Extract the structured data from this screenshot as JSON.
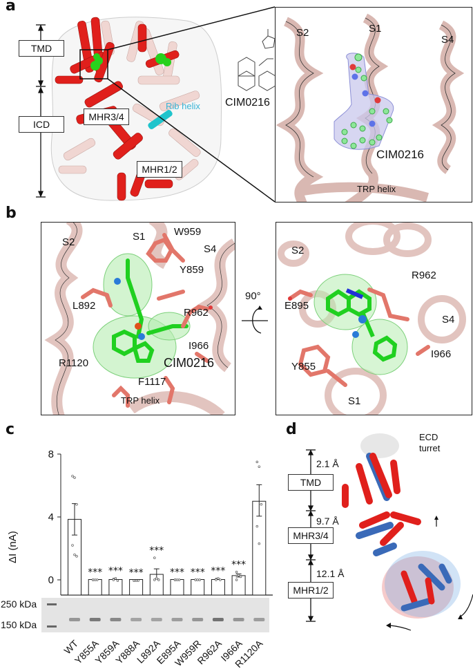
{
  "panels": {
    "a": {
      "letter": "a",
      "domain_labels": [
        "TMD",
        "ICD"
      ],
      "region_labels": [
        "MHR3/4",
        "MHR1/2",
        "Rib helix"
      ],
      "compound_name": "CIM0216",
      "inset": {
        "helix_labels": [
          "S2",
          "S1",
          "S4"
        ],
        "ligand_label": "CIM0216",
        "bottom_label": "TRP helix"
      }
    },
    "b": {
      "letter": "b",
      "left": {
        "helix_labels": [
          "S2",
          "S1",
          "S4"
        ],
        "residues": [
          "W959",
          "Y859",
          "L892",
          "R962",
          "I966",
          "R1120",
          "F1117"
        ],
        "ligand_label": "CIM0216",
        "bottom_label": "TRP helix"
      },
      "rotation_label": "90°",
      "right": {
        "helix_labels": [
          "S2",
          "S4",
          "S1"
        ],
        "residues": [
          "R962",
          "E895",
          "Y855",
          "I966"
        ]
      }
    },
    "c": {
      "letter": "c",
      "gel_labels": [
        "250 kDa",
        "150 kDa"
      ]
    },
    "d": {
      "letter": "d",
      "domains": [
        "TMD",
        "MHR3/4",
        "MHR1/2"
      ],
      "distances": [
        "2.1 Å",
        "9.7 Å",
        "12.1 Å"
      ],
      "annotation": [
        "ECD",
        "turret"
      ]
    }
  },
  "chart_data": {
    "type": "bar",
    "title": "",
    "xlabel": "",
    "ylabel": "ΔI (nA)",
    "ylim": [
      0,
      8
    ],
    "yticks": [
      0,
      4,
      8
    ],
    "categories": [
      "WT",
      "Y855A",
      "Y859A",
      "Y888A",
      "L892A",
      "E895A",
      "W959R",
      "R962A",
      "I966A",
      "R1120A"
    ],
    "values": [
      3.85,
      0.0,
      0.0,
      -0.05,
      0.35,
      0.0,
      0.0,
      0.02,
      0.27,
      5.0
    ],
    "error_upper": [
      4.85,
      0.02,
      0.03,
      0.0,
      0.7,
      0.02,
      0.02,
      0.06,
      0.38,
      6.05
    ],
    "error_lower": [
      2.85,
      -0.02,
      -0.03,
      -0.08,
      0.05,
      -0.02,
      -0.02,
      -0.02,
      0.18,
      4.05
    ],
    "significance": [
      "",
      "***",
      "***",
      "***",
      "***",
      "***",
      "***",
      "***",
      "***",
      ""
    ],
    "points": [
      [
        6.6,
        6.5,
        4.8,
        2.2,
        1.6,
        1.5
      ],
      [
        0.0,
        0.0,
        0.0,
        0.0
      ],
      [
        0.05,
        0.1,
        -0.05,
        0.0
      ],
      [
        -0.05,
        -0.05,
        -0.05,
        -0.05
      ],
      [
        1.4,
        0.1,
        0.0,
        0.0
      ],
      [
        0.0,
        0.0,
        0.0,
        0.0
      ],
      [
        0.0,
        0.0,
        0.0,
        0.0
      ],
      [
        0.05,
        0.1,
        0.0,
        0.0
      ],
      [
        0.5,
        0.3,
        0.2,
        0.0
      ],
      [
        7.5,
        7.2,
        4.8,
        3.4,
        2.3
      ]
    ],
    "grid": false,
    "legend": null
  }
}
